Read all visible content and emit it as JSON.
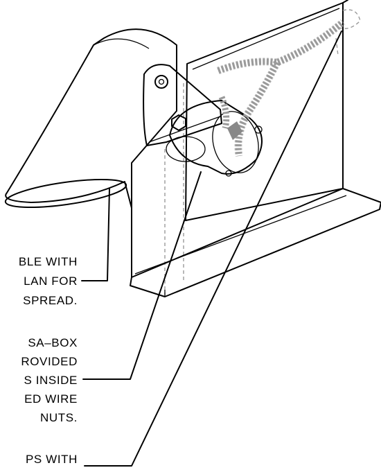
{
  "labels": [
    {
      "lines": [
        "BLE WITH",
        "LAN FOR",
        "SPREAD."
      ]
    },
    {
      "lines": [
        "SA–BOX",
        "ROVIDED",
        "S INSIDE",
        "ED WIRE",
        "NUTS."
      ]
    },
    {
      "lines": [
        "PS WITH"
      ]
    }
  ]
}
